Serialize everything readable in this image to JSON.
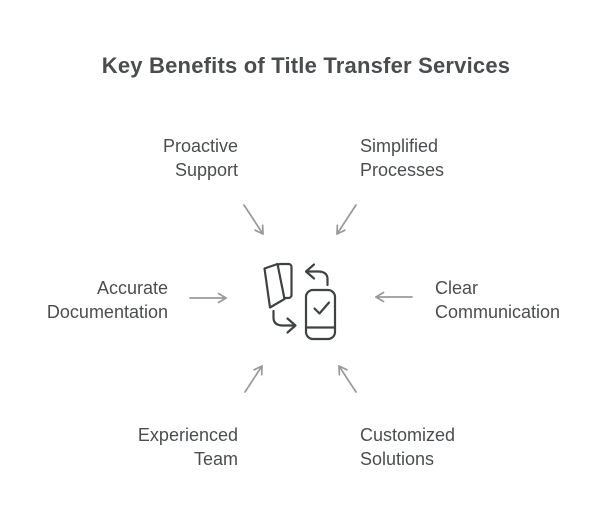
{
  "title": "Key Benefits of Title Transfer Services",
  "benefits": [
    {
      "id": "proactive-support",
      "label": "Proactive\nSupport"
    },
    {
      "id": "simplified-processes",
      "label": "Simplified\nProcesses"
    },
    {
      "id": "accurate-documentation",
      "label": "Accurate\nDocumentation"
    },
    {
      "id": "clear-communication",
      "label": "Clear\nCommunication"
    },
    {
      "id": "experienced-team",
      "label": "Experienced\nTeam"
    },
    {
      "id": "customized-solutions",
      "label": "Customized\nSolutions"
    }
  ],
  "icons": {
    "center": "document-transfer-icon",
    "center_parts": [
      "open-folder-shape",
      "curved-arrow-left",
      "curved-arrow-right",
      "card-with-checkmark"
    ],
    "connector_arrows": [
      "arrow-down-right",
      "arrow-down-left",
      "arrow-right",
      "arrow-left",
      "arrow-up-right",
      "arrow-up-left"
    ]
  },
  "colors": {
    "background": "#ffffff",
    "title_text": "#4a4c4e",
    "label_text": "#4b4d4f",
    "arrow": "#97999b",
    "icon_stroke": "#3f4245"
  }
}
